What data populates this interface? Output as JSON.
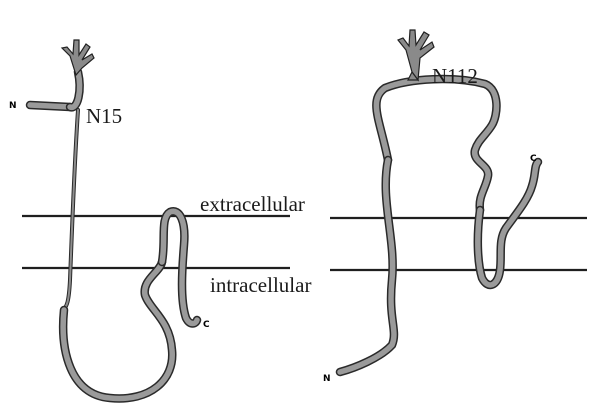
{
  "labels": {
    "extracellular": "extracellular",
    "intracellular": "intracellular",
    "site_left": "N15",
    "site_right": "N112",
    "n_term_left": "N",
    "c_term_left": "C",
    "n_term_right": "N",
    "c_term_right": "C"
  },
  "colors": {
    "ribbon_face": "#9a9a9a",
    "ribbon_edge": "#2a2a2a",
    "membrane_line": "#1f1f1f",
    "background": "#ffffff"
  }
}
